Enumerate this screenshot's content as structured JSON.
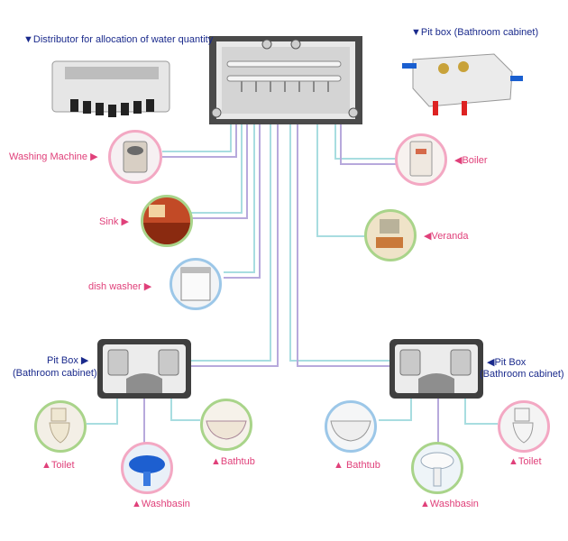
{
  "labels": {
    "distributor": "▼Distributor for allocation of water quantity",
    "pit_box_top": "▼Pit box (Bathroom cabinet)",
    "washing_machine": "Washing Machine ▶",
    "boiler": "◀Boiler",
    "sink": "Sink ▶",
    "veranda": "◀Veranda",
    "dish_washer": "dish washer ▶",
    "pit_box_left_1": "Pit Box ▶",
    "pit_box_left_2": "(Bathroom cabinet)",
    "pit_box_right_1": "◀Pit Box",
    "pit_box_right_2": "(Bathroom cabinet)",
    "toilet_left": "▲Toilet",
    "bathtub_left": "▲Bathtub",
    "washbasin_left": "▲Washbasin",
    "bathtub_right": "▲ Bathtub",
    "toilet_right": "▲Toilet",
    "washbasin_right": "▲Washbasin"
  },
  "colors": {
    "label_navy": "#1a2a8c",
    "label_pink": "#e0407a",
    "pipe_cyan": "#a8dde0",
    "pipe_lavender": "#b7a9dc",
    "ring_pink": "#f3a8c3",
    "ring_green": "#a9d48a",
    "ring_blue": "#9cc7e8"
  }
}
